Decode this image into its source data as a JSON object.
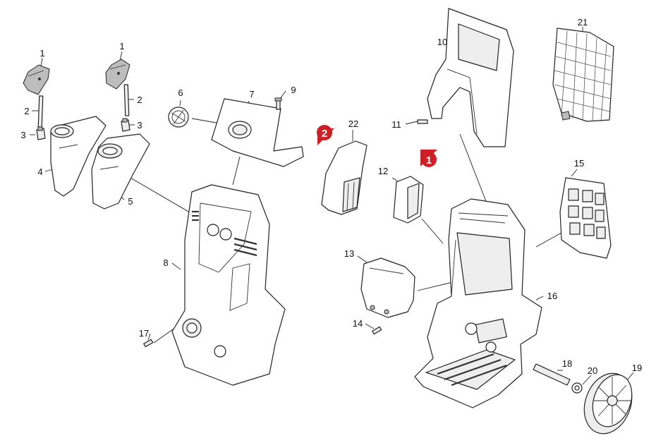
{
  "callouts": [
    {
      "part": "trigger-cover-left",
      "label": "1"
    },
    {
      "part": "trigger-cover-right",
      "label": "1"
    },
    {
      "part": "pin-left",
      "label": "2"
    },
    {
      "part": "pin-right",
      "label": "2"
    },
    {
      "part": "clip-left",
      "label": "3"
    },
    {
      "part": "clip-right",
      "label": "3"
    },
    {
      "part": "gun-holder",
      "label": "4"
    },
    {
      "part": "gun-holder-alt",
      "label": "5"
    },
    {
      "part": "knob",
      "label": "6"
    },
    {
      "part": "top-cover",
      "label": "7"
    },
    {
      "part": "front-housing",
      "label": "8"
    },
    {
      "part": "screw-top-cover",
      "label": "9"
    },
    {
      "part": "handle",
      "label": "10"
    },
    {
      "part": "screw-handle",
      "label": "11"
    },
    {
      "part": "hose-clip",
      "label": "12"
    },
    {
      "part": "cover-13",
      "label": "13"
    },
    {
      "part": "screw-cover-13",
      "label": "14"
    },
    {
      "part": "rear-grille",
      "label": "15"
    },
    {
      "part": "base-frame",
      "label": "16"
    },
    {
      "part": "screw-front",
      "label": "17"
    },
    {
      "part": "axle",
      "label": "18"
    },
    {
      "part": "wheel",
      "label": "19"
    },
    {
      "part": "washer",
      "label": "20"
    },
    {
      "part": "accessory-bag",
      "label": "21"
    },
    {
      "part": "hose-holder",
      "label": "22"
    }
  ],
  "markers": [
    {
      "label": "1",
      "color": "#cc1f26"
    },
    {
      "label": "2",
      "color": "#cc1f26"
    }
  ]
}
